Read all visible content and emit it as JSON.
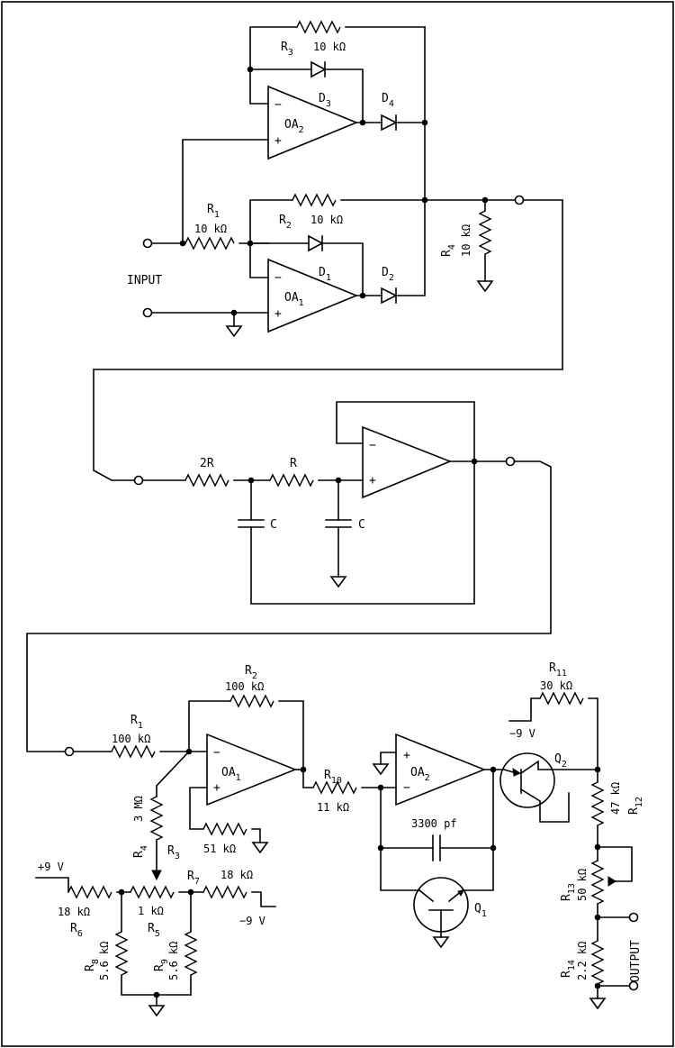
{
  "top_section": {
    "input_label": "INPUT",
    "oa1": {
      "name": "OA",
      "sub": "1",
      "minus": "−",
      "plus": "+"
    },
    "oa2": {
      "name": "OA",
      "sub": "2",
      "minus": "−",
      "plus": "+"
    },
    "r1": {
      "name": "R",
      "sub": "1",
      "value": "10 kΩ"
    },
    "r2": {
      "name": "R",
      "sub": "2",
      "value": "10 kΩ"
    },
    "r3": {
      "name": "R",
      "sub": "3",
      "value": "10 kΩ"
    },
    "r4": {
      "name": "R",
      "sub": "4",
      "value": "10 kΩ"
    },
    "d1": {
      "name": "D",
      "sub": "1"
    },
    "d2": {
      "name": "D",
      "sub": "2"
    },
    "d3": {
      "name": "D",
      "sub": "3"
    },
    "d4": {
      "name": "D",
      "sub": "4"
    }
  },
  "filter_section": {
    "r_2r": "2R",
    "r_r": "R",
    "c1": "C",
    "c2": "C",
    "minus": "−",
    "plus": "+"
  },
  "bottom_section": {
    "output_label": "OUTPUT",
    "oa1": {
      "name": "OA",
      "sub": "1",
      "minus": "−",
      "plus": "+"
    },
    "oa2": {
      "name": "OA",
      "sub": "2",
      "minus": "−",
      "plus": "+"
    },
    "r1": {
      "name": "R",
      "sub": "1",
      "value": "100 kΩ"
    },
    "r2": {
      "name": "R",
      "sub": "2",
      "value": "100 kΩ"
    },
    "r3": {
      "name": "R",
      "sub": "3",
      "value": "51 kΩ"
    },
    "r4": {
      "name": "R",
      "sub": "4",
      "value": "3 MΩ"
    },
    "r5": {
      "name": "R",
      "sub": "5",
      "value": "1 kΩ"
    },
    "r6": {
      "name": "R",
      "sub": "6",
      "value": "18 kΩ"
    },
    "r7": {
      "name": "R",
      "sub": "7",
      "value": "18 kΩ"
    },
    "r8": {
      "name": "R",
      "sub": "8",
      "value": "5.6 kΩ"
    },
    "r9": {
      "name": "R",
      "sub": "9",
      "value": "5.6 kΩ"
    },
    "r10": {
      "name": "R",
      "sub": "10",
      "value": "11 kΩ"
    },
    "r11": {
      "name": "R",
      "sub": "11",
      "value": "30 kΩ"
    },
    "r12": {
      "name": "R",
      "sub": "12",
      "value": "47 kΩ"
    },
    "r13": {
      "name": "R",
      "sub": "13",
      "value": "50 kΩ"
    },
    "r14": {
      "name": "R",
      "sub": "14",
      "value": "2.2 kΩ"
    },
    "cap": "3300 pf",
    "q1": {
      "name": "Q",
      "sub": "1"
    },
    "q2": {
      "name": "Q",
      "sub": "2"
    },
    "vpos": "+9 V",
    "vneg1": "−9 V",
    "vneg2": "−9 V"
  }
}
